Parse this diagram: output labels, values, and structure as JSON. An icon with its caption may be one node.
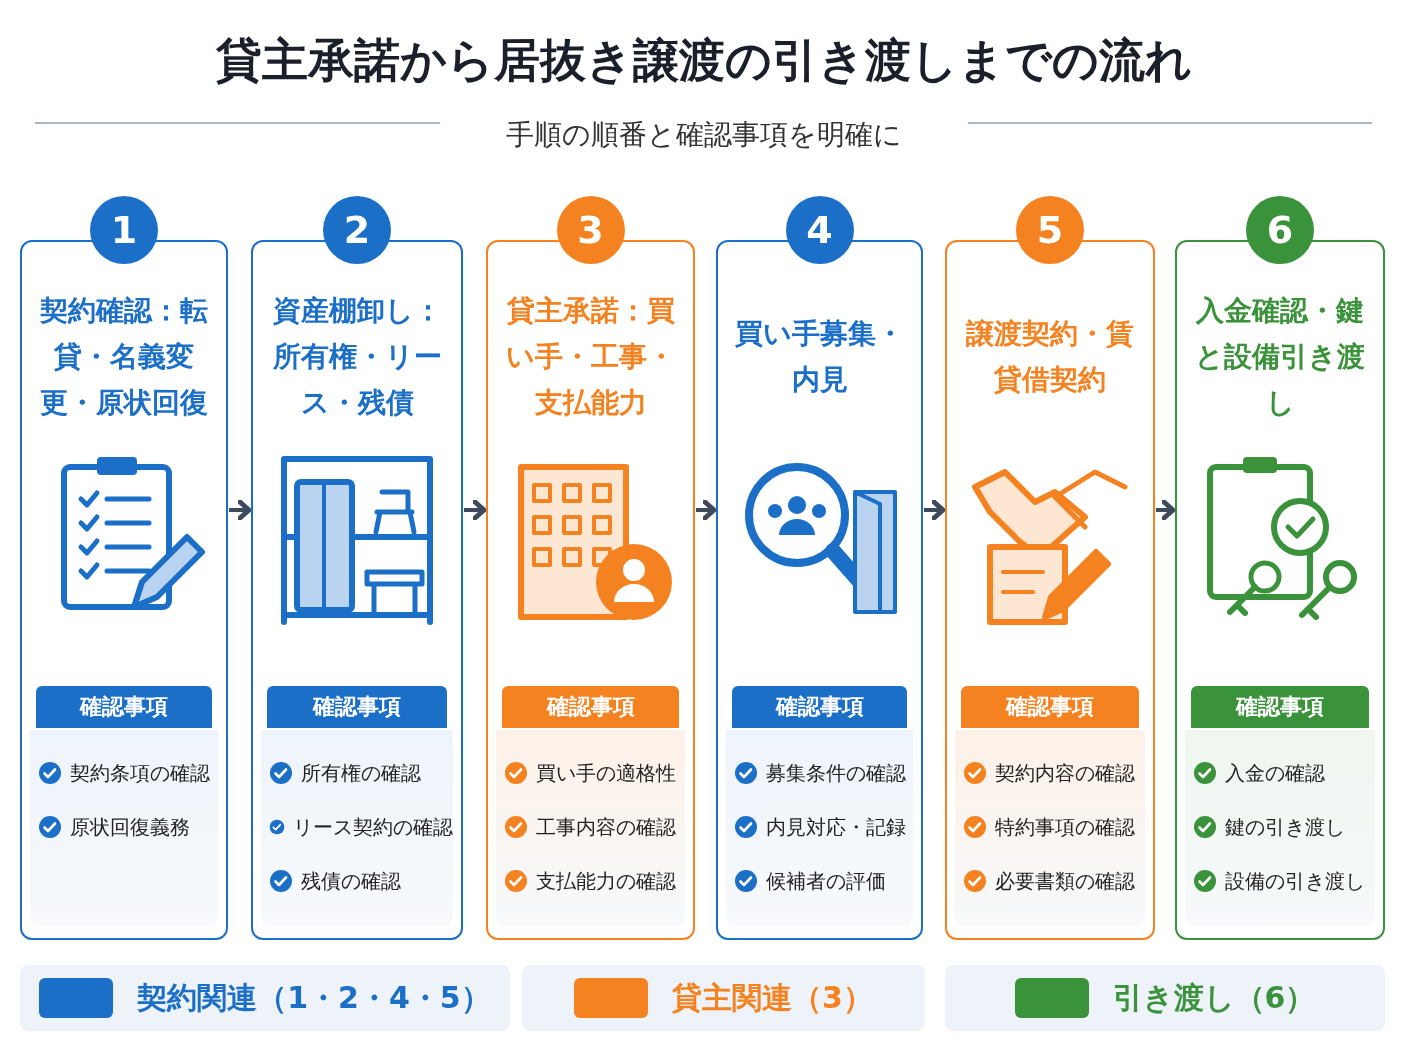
{
  "diagram": {
    "title": "貸主承諾から居抜き譲渡の引き渡しまでの流れ",
    "nodes": [
      {
        "text": [
          "1"
        ]
      },
      {
        "text": [
          "契約確認：転貸・名義変更・原状回復"
        ]
      },
      {
        "text": [
          "確認事項"
        ],
        "in": 1
      },
      {
        "text": [
          "契約条項の確認",
          "原状回復義務"
        ],
        "in": 1
      },
      {
        "text": [
          "2"
        ]
      },
      {
        "text": [
          "資産棚卸し：所有権・リース・残債"
        ]
      },
      {
        "text": [
          "確認事項"
        ],
        "in": 5
      },
      {
        "text": [
          "所有権の確認",
          "リース契約の確認",
          "残債の確認"
        ],
        "in": 5
      },
      {
        "text": [
          "3"
        ]
      },
      {
        "text": [
          "貸主承諾：買い手・工事・支払能力"
        ]
      },
      {
        "text": [
          "確認事項"
        ],
        "in": 9
      },
      {
        "text": [
          "買い手の適格性",
          "工事内容の確認",
          "支払能力の確認"
        ],
        "in": 9
      },
      {
        "text": [
          "4"
        ]
      },
      {
        "text": [
          "買い手募集・内見"
        ]
      },
      {
        "text": [
          "確認事項"
        ],
        "in": 13
      },
      {
        "text": [
          "募集条件の確認",
          "内見対応・記録",
          "候補者の評価"
        ],
        "in": 13
      },
      {
        "text": [
          "5"
        ]
      },
      {
        "text": [
          "譲渡契約・賃貸借契約"
        ]
      },
      {
        "text": [
          "確認事項"
        ],
        "in": 17
      },
      {
        "text": [
          "契約内容の確認",
          "特約事項の確認",
          "必要書類の確認"
        ],
        "in": 17
      },
      {
        "text": [
          "6"
        ]
      },
      {
        "text": [
          "入金確認・鍵と設備引き渡し"
        ]
      },
      {
        "text": [
          "確認事項"
        ],
        "in": 21
      },
      {
        "text": [
          "入金の確認",
          "鍵の引き渡し",
          "設備の引き渡し"
        ],
        "in": 21
      }
    ],
    "edges": [
      {
        "from": 1,
        "to": 5,
        "arrow": "to"
      },
      {
        "from": 5,
        "to": 9,
        "arrow": "to"
      },
      {
        "from": 9,
        "to": 13,
        "arrow": "to"
      },
      {
        "from": 13,
        "to": 17,
        "arrow": "to"
      },
      {
        "from": 17,
        "to": 21,
        "arrow": "to"
      }
    ],
    "labels": [
      "手順の順番と確認事項を明確に"
    ],
    "legend": [
      {
        "text": "契約関連（1・2・4・5）",
        "color": "#1c6fc6"
      },
      {
        "text": "貸主関連（3）",
        "color": "#f58220"
      },
      {
        "text": "引き渡し（6）",
        "color": "#3a923a"
      }
    ]
  }
}
